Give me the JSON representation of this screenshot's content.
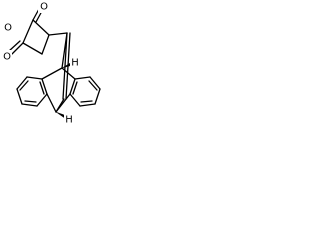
{
  "atoms": {
    "ring_oxygen": "O",
    "carbonyl_oxygen_top": "O",
    "carbonyl_oxygen_bottom": "O",
    "stereo_h_upper": "H",
    "stereo_h_lower": "H"
  }
}
